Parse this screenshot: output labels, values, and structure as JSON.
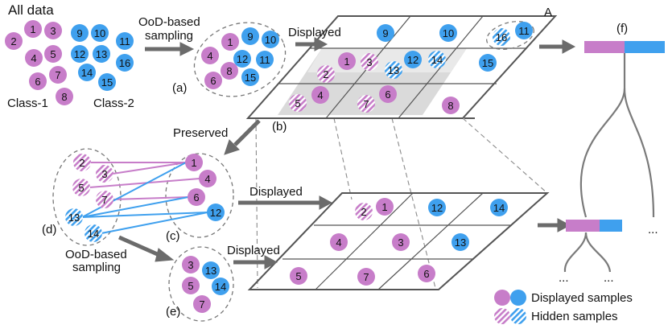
{
  "colors": {
    "class1": "#c77dc9",
    "class2": "#3fa0ee",
    "grid": "#555555",
    "arrow": "#6b6b6b",
    "dashed": "#777777",
    "highlight": "#d9d9d9"
  },
  "labels": {
    "all_data": "All data",
    "class1": "Class-1",
    "class2": "Class-2",
    "ood_sampling_1": "OoD-based",
    "ood_sampling_1b": "sampling",
    "displayed_1": "Displayed",
    "preserved": "Preserved",
    "displayed_2": "Displayed",
    "ood_sampling_2": "OoD-based",
    "ood_sampling_2b": "sampling",
    "displayed_3": "Displayed",
    "tag_a": "(a)",
    "tag_b": "(b)",
    "tag_c": "(c)",
    "tag_d": "(d)",
    "tag_e": "(e)",
    "tag_f": "(f)",
    "tag_A": "A",
    "ellipsis_1": "...",
    "ellipsis_2": "...",
    "ellipsis_3": "...",
    "legend_displayed": "Displayed samples",
    "legend_hidden": "Hidden samples"
  },
  "groups": {
    "all_data": [
      {
        "n": "1",
        "c": 1
      },
      {
        "n": "3",
        "c": 1
      },
      {
        "n": "2",
        "c": 1
      },
      {
        "n": "4",
        "c": 1
      },
      {
        "n": "5",
        "c": 1
      },
      {
        "n": "6",
        "c": 1
      },
      {
        "n": "7",
        "c": 1
      },
      {
        "n": "8",
        "c": 1
      },
      {
        "n": "9",
        "c": 2
      },
      {
        "n": "10",
        "c": 2
      },
      {
        "n": "11",
        "c": 2
      },
      {
        "n": "12",
        "c": 2
      },
      {
        "n": "13",
        "c": 2
      },
      {
        "n": "16",
        "c": 2
      },
      {
        "n": "14",
        "c": 2
      },
      {
        "n": "15",
        "c": 2
      }
    ],
    "sampled_a": [
      {
        "n": "1",
        "c": 1
      },
      {
        "n": "9",
        "c": 2
      },
      {
        "n": "10",
        "c": 2
      },
      {
        "n": "4",
        "c": 1
      },
      {
        "n": "12",
        "c": 2
      },
      {
        "n": "11",
        "c": 2
      },
      {
        "n": "6",
        "c": 1
      },
      {
        "n": "8",
        "c": 1
      },
      {
        "n": "15",
        "c": 2
      }
    ],
    "grid_top": [
      {
        "n": "9",
        "c": 2,
        "h": false
      },
      {
        "n": "10",
        "c": 2,
        "h": false
      },
      {
        "n": "16",
        "c": 2,
        "h": true
      },
      {
        "n": "11",
        "c": 2,
        "h": false
      },
      {
        "n": "2",
        "c": 1,
        "h": true
      },
      {
        "n": "1",
        "c": 1,
        "h": false
      },
      {
        "n": "3",
        "c": 1,
        "h": true
      },
      {
        "n": "13",
        "c": 2,
        "h": true
      },
      {
        "n": "12",
        "c": 2,
        "h": false
      },
      {
        "n": "14",
        "c": 2,
        "h": true
      },
      {
        "n": "15",
        "c": 2,
        "h": false
      },
      {
        "n": "5",
        "c": 1,
        "h": true
      },
      {
        "n": "4",
        "c": 1,
        "h": false
      },
      {
        "n": "7",
        "c": 1,
        "h": true
      },
      {
        "n": "6",
        "c": 1,
        "h": false
      },
      {
        "n": "8",
        "c": 1,
        "h": false
      }
    ],
    "group_d": [
      {
        "n": "2",
        "c": 1,
        "h": true
      },
      {
        "n": "3",
        "c": 1,
        "h": true
      },
      {
        "n": "5",
        "c": 1,
        "h": true
      },
      {
        "n": "7",
        "c": 1,
        "h": true
      },
      {
        "n": "13",
        "c": 2,
        "h": true
      },
      {
        "n": "14",
        "c": 2,
        "h": true
      }
    ],
    "group_c": [
      {
        "n": "1",
        "c": 1
      },
      {
        "n": "4",
        "c": 1
      },
      {
        "n": "6",
        "c": 1
      },
      {
        "n": "12",
        "c": 2
      }
    ],
    "group_e": [
      {
        "n": "3",
        "c": 1
      },
      {
        "n": "13",
        "c": 2
      },
      {
        "n": "5",
        "c": 1
      },
      {
        "n": "14",
        "c": 2
      },
      {
        "n": "7",
        "c": 1
      }
    ],
    "grid_bottom": [
      {
        "n": "2",
        "c": 1,
        "h": true
      },
      {
        "n": "1",
        "c": 1,
        "h": false
      },
      {
        "n": "12",
        "c": 2,
        "h": false
      },
      {
        "n": "14",
        "c": 2,
        "h": false
      },
      {
        "n": "4",
        "c": 1,
        "h": false
      },
      {
        "n": "3",
        "c": 1,
        "h": false
      },
      {
        "n": "13",
        "c": 2,
        "h": false
      },
      {
        "n": "5",
        "c": 1,
        "h": false
      },
      {
        "n": "7",
        "c": 1,
        "h": false
      },
      {
        "n": "6",
        "c": 1,
        "h": false
      }
    ]
  },
  "links_d_to_c": [
    {
      "from": "2",
      "to": "1",
      "c": 1
    },
    {
      "from": "3",
      "to": "1",
      "c": 1
    },
    {
      "from": "5",
      "to": "4",
      "c": 1
    },
    {
      "from": "7",
      "to": "6",
      "c": 1
    },
    {
      "from": "13",
      "to": "1",
      "c": 2
    },
    {
      "from": "13",
      "to": "6",
      "c": 2
    },
    {
      "from": "13",
      "to": "12",
      "c": 2
    },
    {
      "from": "14",
      "to": "12",
      "c": 2
    }
  ],
  "bars": {
    "top": {
      "class1": 0.5,
      "class2": 0.5
    },
    "bottom": {
      "class1": 0.6,
      "class2": 0.4
    }
  }
}
